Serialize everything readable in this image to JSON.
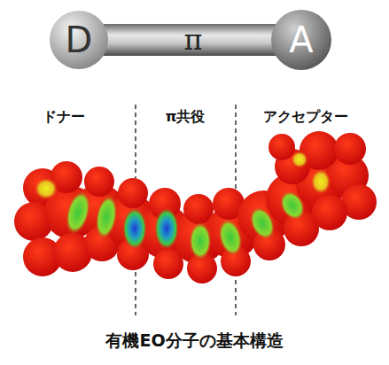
{
  "diagram": {
    "caption": "有機EO分子の基本構造",
    "nodes": [
      {
        "text": [
          "D"
        ]
      },
      {
        "text": [
          "π"
        ]
      },
      {
        "text": [
          "A"
        ]
      }
    ],
    "labels": [
      "ドナー",
      "π共役",
      "アクセプター"
    ]
  }
}
